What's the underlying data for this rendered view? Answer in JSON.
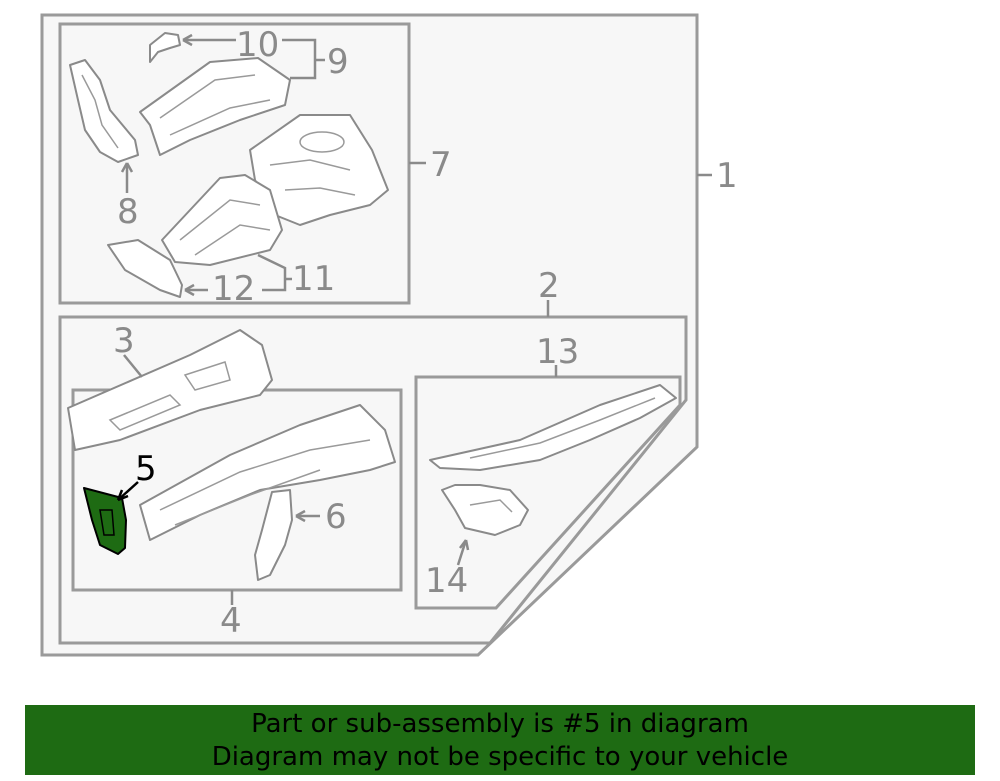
{
  "diagram": {
    "callouts": {
      "c1": "1",
      "c2": "2",
      "c3": "3",
      "c4": "4",
      "c5": "5",
      "c6": "6",
      "c7": "7",
      "c8": "8",
      "c9": "9",
      "c10": "10",
      "c11": "11",
      "c12": "12",
      "c13": "13",
      "c14": "14"
    },
    "highlighted_part": "5",
    "highlight_color": "#1e6b13",
    "line_color": "#8a8a8a"
  },
  "banner": {
    "line1": "Part or sub-assembly is #5 in diagram",
    "line2": "Diagram may not be specific to your vehicle",
    "background": "#1e6b13"
  }
}
